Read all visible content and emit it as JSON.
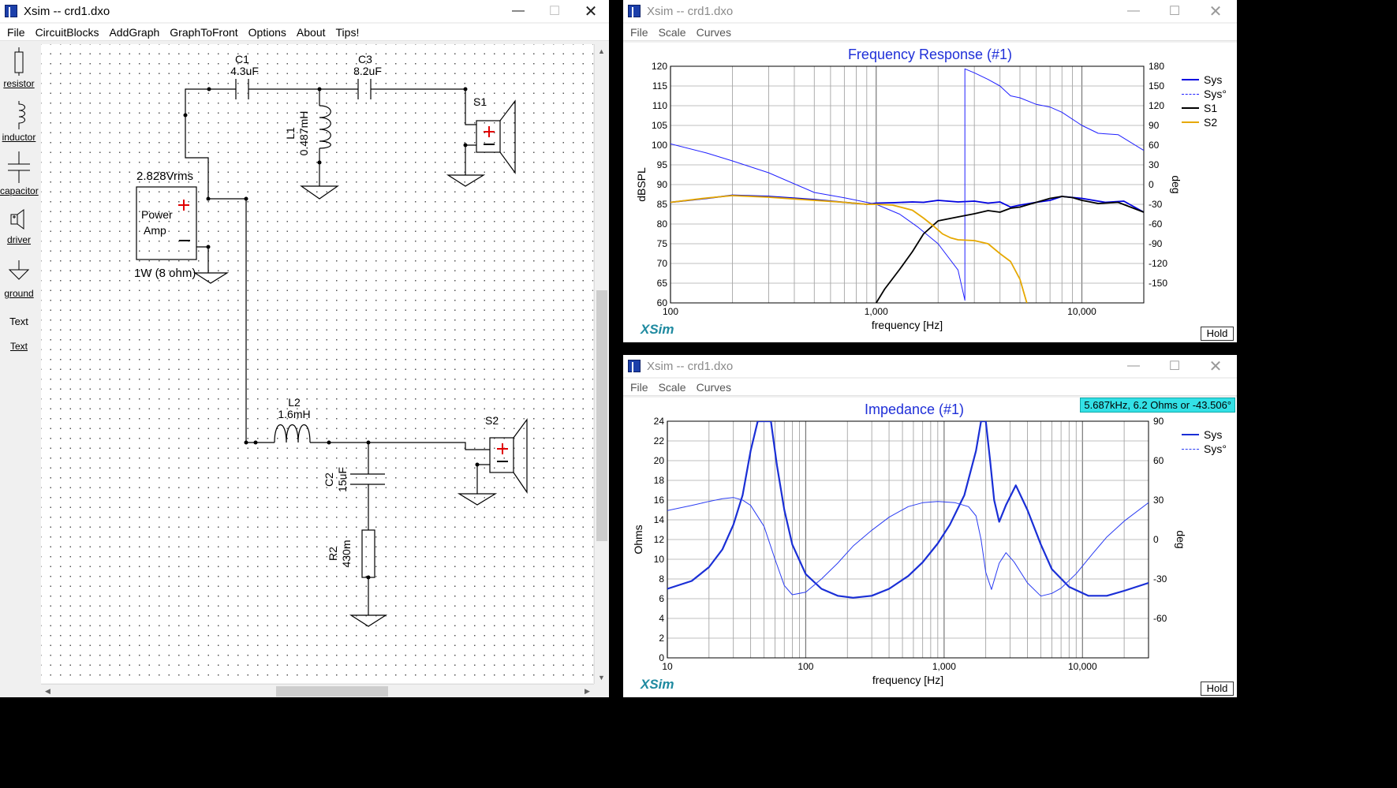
{
  "schematic_window": {
    "title": "Xsim -- crd1.dxo",
    "menu": [
      "File",
      "CircuitBlocks",
      "AddGraph",
      "GraphToFront",
      "Options",
      "About",
      "Tips!"
    ],
    "palette": [
      {
        "label": "resistor",
        "icon": "resistor-icon"
      },
      {
        "label": "inductor",
        "icon": "inductor-icon"
      },
      {
        "label": "capacitor",
        "icon": "capacitor-icon"
      },
      {
        "label": "driver",
        "icon": "driver-icon"
      },
      {
        "label": "ground",
        "icon": "ground-icon"
      },
      {
        "label": "Text",
        "icon": "text-icon"
      },
      {
        "label": "Text",
        "icon": "text-link"
      }
    ],
    "components": {
      "c1": {
        "name": "C1",
        "value": "4.3uF"
      },
      "c3": {
        "name": "C3",
        "value": "8.2uF"
      },
      "l1": {
        "name": "L1",
        "value": "0.487mH"
      },
      "s1": {
        "name": "S1"
      },
      "amp": {
        "voltage": "2.828Vrms",
        "line1": "Power",
        "line2": "Amp",
        "rating": "1W (8 ohm)"
      },
      "l2": {
        "name": "L2",
        "value": "1.6mH"
      },
      "s2": {
        "name": "S2"
      },
      "c2": {
        "name": "C2",
        "value": "15uF"
      },
      "r2": {
        "name": "R2",
        "value": "430m"
      }
    }
  },
  "fr_window": {
    "title": "Xsim -- crd1.dxo",
    "menu": [
      "File",
      "Scale",
      "Curves"
    ],
    "plot_title": "Frequency Response (#1)",
    "logo": "XSim",
    "hold": "Hold",
    "chart_data": {
      "type": "line",
      "title": "Frequency Response (#1)",
      "xlabel": "frequency [Hz]",
      "ylabel": "dBSPL",
      "y2label": "deg",
      "xscale": "log",
      "xlim": [
        100,
        20000
      ],
      "ylim": [
        60,
        120
      ],
      "y2lim": [
        -180,
        180
      ],
      "xticks": [
        100,
        1000,
        10000
      ],
      "xtick_labels": [
        "100",
        "1,000",
        "10,000"
      ],
      "yticks": [
        60,
        65,
        70,
        75,
        80,
        85,
        90,
        95,
        100,
        105,
        110,
        115,
        120
      ],
      "y2ticks": [
        -150,
        -120,
        -90,
        -60,
        -30,
        0,
        30,
        60,
        90,
        120,
        150,
        180
      ],
      "grid": true,
      "legend": "top-right",
      "series": [
        {
          "name": "Sys",
          "color": "#0000e0",
          "style": "solid",
          "axis": "left",
          "x": [
            100,
            150,
            200,
            300,
            500,
            700,
            900,
            1000,
            1200,
            1500,
            1700,
            2000,
            2500,
            3000,
            3500,
            4000,
            4500,
            5000,
            6000,
            7000,
            8000,
            10000,
            13000,
            16000,
            20000
          ],
          "y": [
            85.5,
            86.5,
            87.3,
            87.0,
            86.2,
            85.5,
            85.0,
            85.3,
            85.4,
            85.6,
            85.5,
            86.0,
            85.6,
            85.8,
            85.3,
            85.6,
            84.3,
            84.8,
            85.5,
            86.0,
            87.0,
            86.5,
            85.5,
            85.8,
            83.0
          ]
        },
        {
          "name": "Sys°",
          "color": "#2020ff",
          "style": "dashed",
          "axis": "right",
          "x": [
            100,
            150,
            200,
            300,
            500,
            700,
            1000,
            1300,
            1600,
            2000,
            2500,
            2700,
            2700,
            3000,
            3500,
            4000,
            4500,
            5000,
            6000,
            7000,
            8000,
            10000,
            12000,
            15000,
            20000
          ],
          "y": [
            62,
            48,
            36,
            18,
            -12,
            -20,
            -30,
            -45,
            -65,
            -90,
            -130,
            -176,
            176,
            170,
            160,
            150,
            135,
            132,
            122,
            118,
            110,
            90,
            78,
            76,
            52
          ]
        },
        {
          "name": "S1",
          "color": "#000000",
          "style": "solid",
          "axis": "left",
          "x": [
            1000,
            1100,
            1300,
            1500,
            1700,
            2000,
            2500,
            3000,
            3500,
            4000,
            4500,
            5000,
            6000,
            7000,
            8000,
            9000,
            10000,
            12000,
            15000,
            20000
          ],
          "y": [
            60,
            63.5,
            68.5,
            73.0,
            77.5,
            80.8,
            81.8,
            82.6,
            83.4,
            83.0,
            84.0,
            84.3,
            85.5,
            86.5,
            87.0,
            86.7,
            86.0,
            85.2,
            85.5,
            83.0
          ]
        },
        {
          "name": "S2",
          "color": "#e6a800",
          "style": "solid",
          "axis": "left",
          "x": [
            100,
            150,
            200,
            300,
            500,
            700,
            900,
            1000,
            1200,
            1500,
            1700,
            1900,
            2100,
            2300,
            2500,
            3000,
            3500,
            4000,
            4500,
            5000,
            5400
          ],
          "y": [
            85.5,
            86.6,
            87.2,
            86.8,
            86.0,
            85.5,
            85.0,
            85.0,
            84.8,
            83.5,
            81.5,
            79.5,
            77.5,
            76.5,
            76.0,
            75.8,
            75.0,
            72.5,
            70.5,
            66.0,
            60.0
          ]
        }
      ]
    }
  },
  "imp_window": {
    "title": "Xsim -- crd1.dxo",
    "menu": [
      "File",
      "Scale",
      "Curves"
    ],
    "plot_title": "Impedance (#1)",
    "readout": "5.687kHz, 6.2 Ohms or -43.506°",
    "logo": "XSim",
    "hold": "Hold",
    "chart_data": {
      "type": "line",
      "title": "Impedance (#1)",
      "xlabel": "frequency [Hz]",
      "ylabel": "Ohms",
      "y2label": "deg",
      "xscale": "log",
      "xlim": [
        10,
        30000
      ],
      "ylim": [
        0,
        24
      ],
      "y2lim": [
        -90,
        90
      ],
      "xticks": [
        10,
        100,
        1000,
        10000
      ],
      "xtick_labels": [
        "10",
        "100",
        "1,000",
        "10,000"
      ],
      "yticks": [
        0,
        2,
        4,
        6,
        8,
        10,
        12,
        14,
        16,
        18,
        20,
        22,
        24
      ],
      "y2ticks": [
        -60,
        -30,
        0,
        30,
        60,
        90
      ],
      "grid": true,
      "legend": "top-right",
      "series": [
        {
          "name": "Sys",
          "color": "#1a2fd6",
          "style": "solid",
          "axis": "left",
          "x": [
            10,
            15,
            20,
            25,
            30,
            35,
            40,
            45,
            50,
            56,
            62,
            70,
            80,
            100,
            130,
            170,
            220,
            300,
            400,
            550,
            700,
            900,
            1100,
            1400,
            1700,
            1850,
            2000,
            2150,
            2300,
            2500,
            2800,
            3300,
            4000,
            5000,
            6000,
            8000,
            11000,
            15000,
            20000,
            30000
          ],
          "y": [
            7.0,
            7.8,
            9.2,
            11.0,
            13.5,
            16.5,
            21.0,
            24.0,
            24.0,
            24.0,
            19.5,
            15.0,
            11.5,
            8.5,
            7.0,
            6.3,
            6.1,
            6.3,
            7.0,
            8.3,
            9.7,
            11.6,
            13.5,
            16.5,
            21.0,
            24.0,
            24.0,
            20.0,
            16.0,
            13.8,
            15.5,
            17.5,
            15.0,
            11.5,
            9.0,
            7.2,
            6.3,
            6.3,
            6.8,
            7.6
          ]
        },
        {
          "name": "Sys°",
          "color": "#2a3cf2",
          "style": "dashed",
          "axis": "right",
          "x": [
            10,
            15,
            20,
            25,
            30,
            35,
            40,
            50,
            60,
            70,
            80,
            100,
            130,
            170,
            220,
            300,
            400,
            550,
            700,
            900,
            1200,
            1500,
            1700,
            1850,
            2000,
            2200,
            2500,
            2800,
            3200,
            4000,
            5000,
            6000,
            7000,
            9000,
            12000,
            15000,
            20000,
            30000
          ],
          "y": [
            22,
            26,
            29,
            31,
            32,
            30,
            26,
            10,
            -15,
            -35,
            -42,
            -40,
            -30,
            -18,
            -5,
            7,
            17,
            25,
            28,
            29,
            28,
            25,
            18,
            0,
            -25,
            -38,
            -18,
            -10,
            -17,
            -33,
            -43,
            -41,
            -37,
            -26,
            -10,
            2,
            14,
            28
          ]
        }
      ]
    }
  }
}
